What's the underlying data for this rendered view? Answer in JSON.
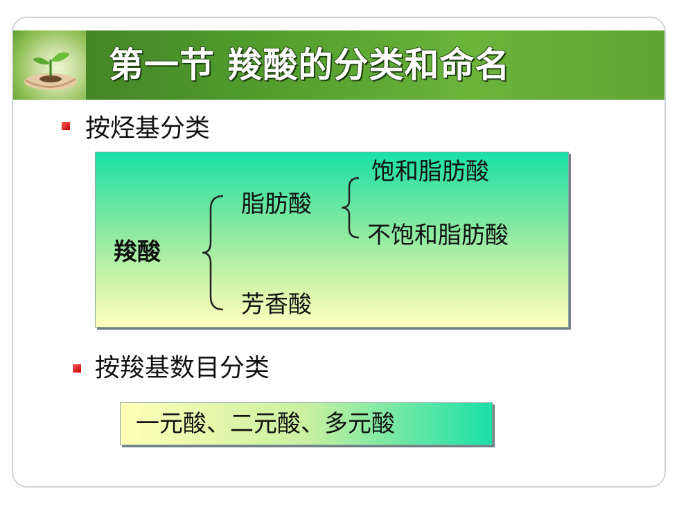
{
  "slide": {
    "title": "第一节 羧酸的分类和命名"
  },
  "section1": {
    "heading": "按烃基分类",
    "box": {
      "root": "羧酸",
      "branch_a": "脂肪酸",
      "branch_a_children": [
        "饱和脂肪酸",
        "不饱和脂肪酸"
      ],
      "branch_b": "芳香酸"
    }
  },
  "section2": {
    "heading": "按羧基数目分类",
    "box_text": "一元酸、二元酸、多元酸"
  },
  "colors": {
    "banner": "#4f9a2c",
    "bullet": "#d01010",
    "box_top": "#19e0a6",
    "box_bottom": "#ffffc0"
  },
  "icons": {
    "banner": "hands-holding-plant-icon",
    "bullet": "square-bullet-icon",
    "brace": "left-curly-brace-icon"
  }
}
